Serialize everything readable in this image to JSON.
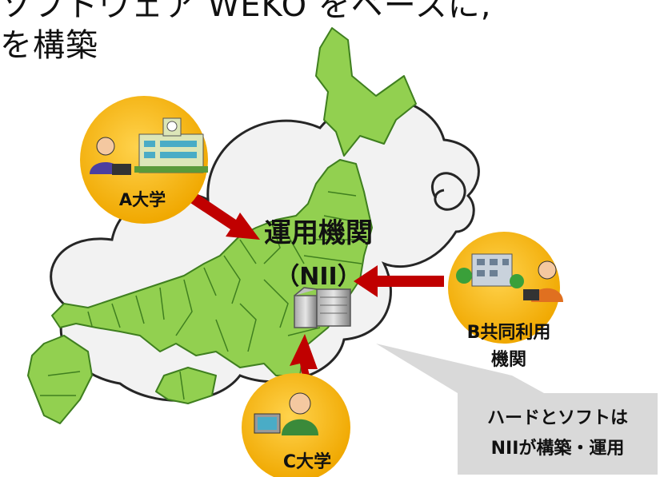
{
  "heading": {
    "line1": "ソフトウェア WEKO をベースに,",
    "line2": "を構築"
  },
  "center": {
    "line1": "運用機関",
    "line2": "（NII）"
  },
  "nodes": {
    "a": "A大学",
    "b_line1": "B共同利用",
    "b_line2": "機関",
    "c": "C大学"
  },
  "callout": {
    "line1": "ハードとソフトは",
    "line2": "NIIが構築・運用"
  },
  "colors": {
    "map_fill": "#92d050",
    "map_stroke": "#3f7f1f",
    "cloud_fill": "#f2f2f2",
    "cloud_stroke": "#262626",
    "node_fill": "#ffc000",
    "arrow": "#c00000",
    "callout_fill": "#d9d9d9"
  },
  "icons": [
    "person-laptop-icon",
    "school-building-icon",
    "office-building-icon",
    "person-monitor-icon",
    "server-icon"
  ]
}
